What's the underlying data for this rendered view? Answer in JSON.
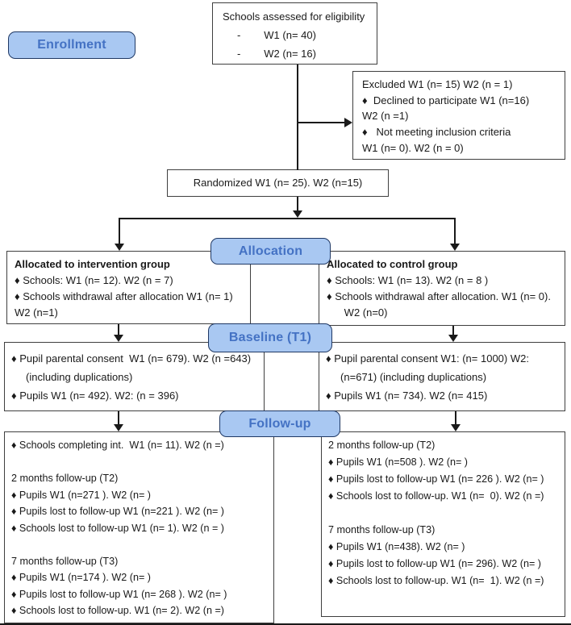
{
  "stages": {
    "enrollment": "Enrollment",
    "allocation": "Allocation",
    "baseline": "Baseline (T1)",
    "followup": "Follow-up"
  },
  "colors": {
    "label_fill": "#a9c8f2",
    "label_border": "#1f3864",
    "label_text": "#4472c4",
    "box_border": "#3f3f3f",
    "line": "#1a1a1a"
  },
  "boxes": {
    "eligibility": {
      "lines": [
        "Schools assessed for eligibility",
        "     -        W1 (n= 40)",
        "     -        W2 (n= 16)"
      ]
    },
    "excluded": {
      "lines": [
        "Excluded W1 (n= 15) W2 (n = 1)",
        "♦  Declined to participate W1 (n=16)",
        "W2 (n =1)",
        "♦   Not meeting inclusion criteria",
        "W1 (n= 0). W2 (n = 0)"
      ]
    },
    "randomized": {
      "text": "Randomized W1 (n= 25). W2 (n=15)"
    },
    "intervention": {
      "title": "Allocated to intervention group",
      "lines": [
        "♦ Schools: W1 (n= 12). W2 (n = 7)",
        "♦ Schools withdrawal after allocation W1 (n= 1)",
        "W2 (n=1)"
      ]
    },
    "control": {
      "title": "Allocated to control group",
      "lines": [
        "♦ Schools: W1 (n= 13). W2 (n = 8 )",
        "♦ Schools withdrawal after allocation. W1 (n= 0).",
        "      W2 (n=0)"
      ]
    },
    "baseline_left": {
      "lines": [
        "♦ Pupil parental consent  W1 (n= 679). W2 (n =643)",
        "     (including duplications)",
        "♦ Pupils W1 (n= 492). W2: (n = 396)"
      ]
    },
    "baseline_right": {
      "lines": [
        "♦ Pupil parental consent W1: (n= 1000) W2:",
        "     (n=671) (including duplications)",
        "♦ Pupils W1 (n= 734). W2 (n= 415)"
      ]
    },
    "followup_left": {
      "lines": [
        "♦ Schools completing int.  W1 (n= 11). W2 (n =)",
        "",
        "2 months follow-up (T2)",
        "♦ Pupils W1 (n=271 ). W2 (n= )",
        "♦ Pupils lost to follow-up W1 (n=221 ). W2 (n= )",
        "♦ Schools lost to follow-up W1 (n= 1). W2 (n = )",
        "",
        "7 months follow-up (T3)",
        "♦ Pupils W1 (n=174 ). W2 (n= )",
        "♦ Pupils lost to follow-up W1 (n= 268 ). W2 (n= )",
        "♦ Schools lost to follow-up. W1 (n= 2). W2 (n =)"
      ]
    },
    "followup_right": {
      "lines": [
        "2 months follow-up (T2)",
        "♦ Pupils W1 (n=508 ). W2 (n= )",
        "♦ Pupils lost to follow-up W1 (n= 226 ). W2 (n= )",
        "♦ Schools lost to follow-up. W1 (n=  0). W2 (n =)",
        "",
        "7 months follow-up (T3)",
        "♦ Pupils W1 (n=438). W2 (n= )",
        "♦ Pupils lost to follow-up W1 (n= 296). W2 (n= )",
        "♦ Schools lost to follow-up. W1 (n=  1). W2 (n =)"
      ]
    }
  }
}
